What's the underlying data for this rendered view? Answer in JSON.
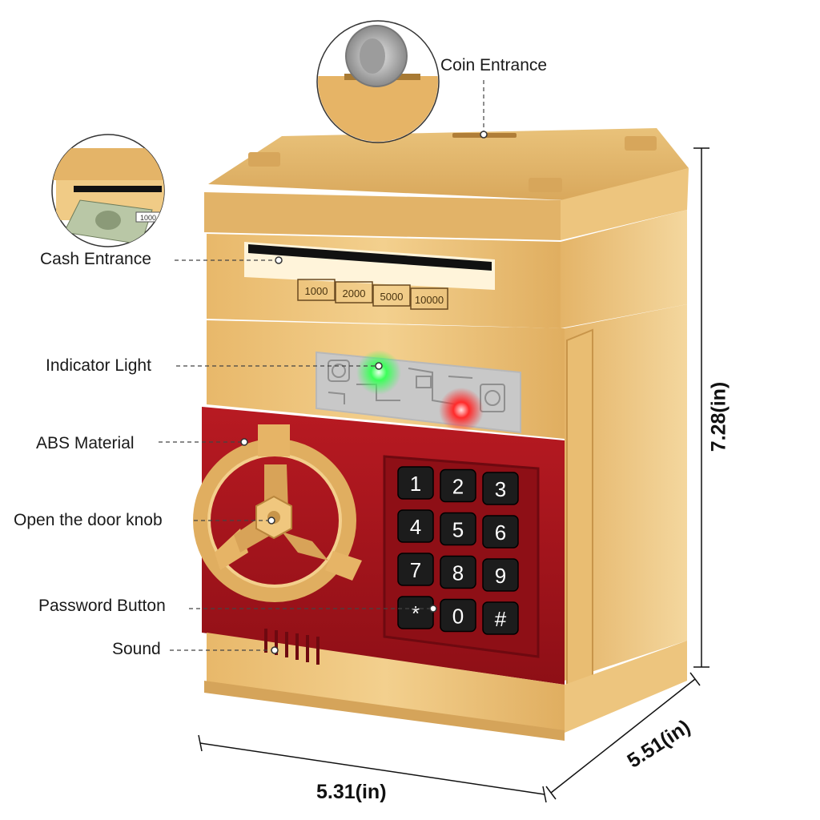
{
  "callouts": {
    "coin_entrance": "Coin Entrance",
    "cash_entrance": "Cash Entrance",
    "indicator_light": "Indicator Light",
    "abs_material": "ABS Material",
    "door_knob": "Open the door knob",
    "password_button": "Password Button",
    "sound": "Sound"
  },
  "dimensions": {
    "height": "7.28(in)",
    "width": "5.31(in)",
    "depth": "5.51(in)"
  },
  "denominations": [
    "1000",
    "2000",
    "5000",
    "10000"
  ],
  "keypad": [
    "1",
    "2",
    "3",
    "4",
    "5",
    "6",
    "7",
    "8",
    "9",
    "*",
    "0",
    "#"
  ],
  "bill_label": "1000",
  "colors": {
    "gold": "#e6b868",
    "gold_light": "#f2cf8c",
    "gold_dark": "#c08f45",
    "red": "#a8141c",
    "red_dark": "#7a0c12",
    "key": "#1c1c1c",
    "led_green": "#3cff5a",
    "led_red": "#ff2a2a"
  }
}
